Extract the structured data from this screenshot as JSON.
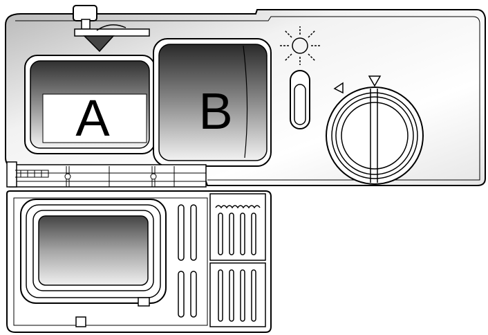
{
  "diagram": {
    "compartments": [
      {
        "id": "rinse-aid",
        "label": "A"
      },
      {
        "id": "detergent",
        "label": "B"
      }
    ]
  }
}
